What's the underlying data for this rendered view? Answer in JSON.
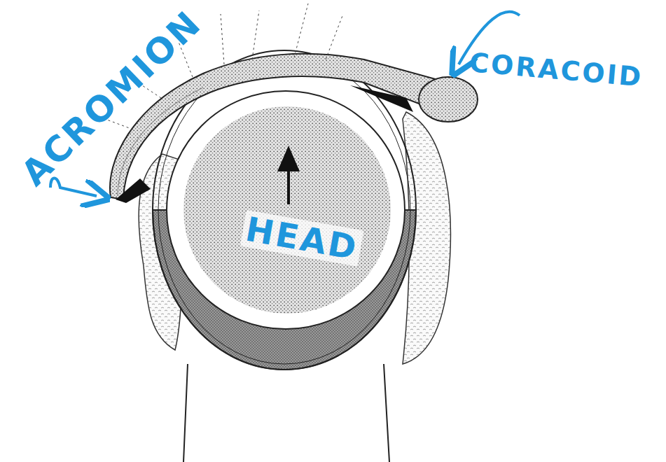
{
  "diagram": {
    "labels": [
      "ACROMION",
      "CORACOID",
      "HEAD"
    ]
  }
}
